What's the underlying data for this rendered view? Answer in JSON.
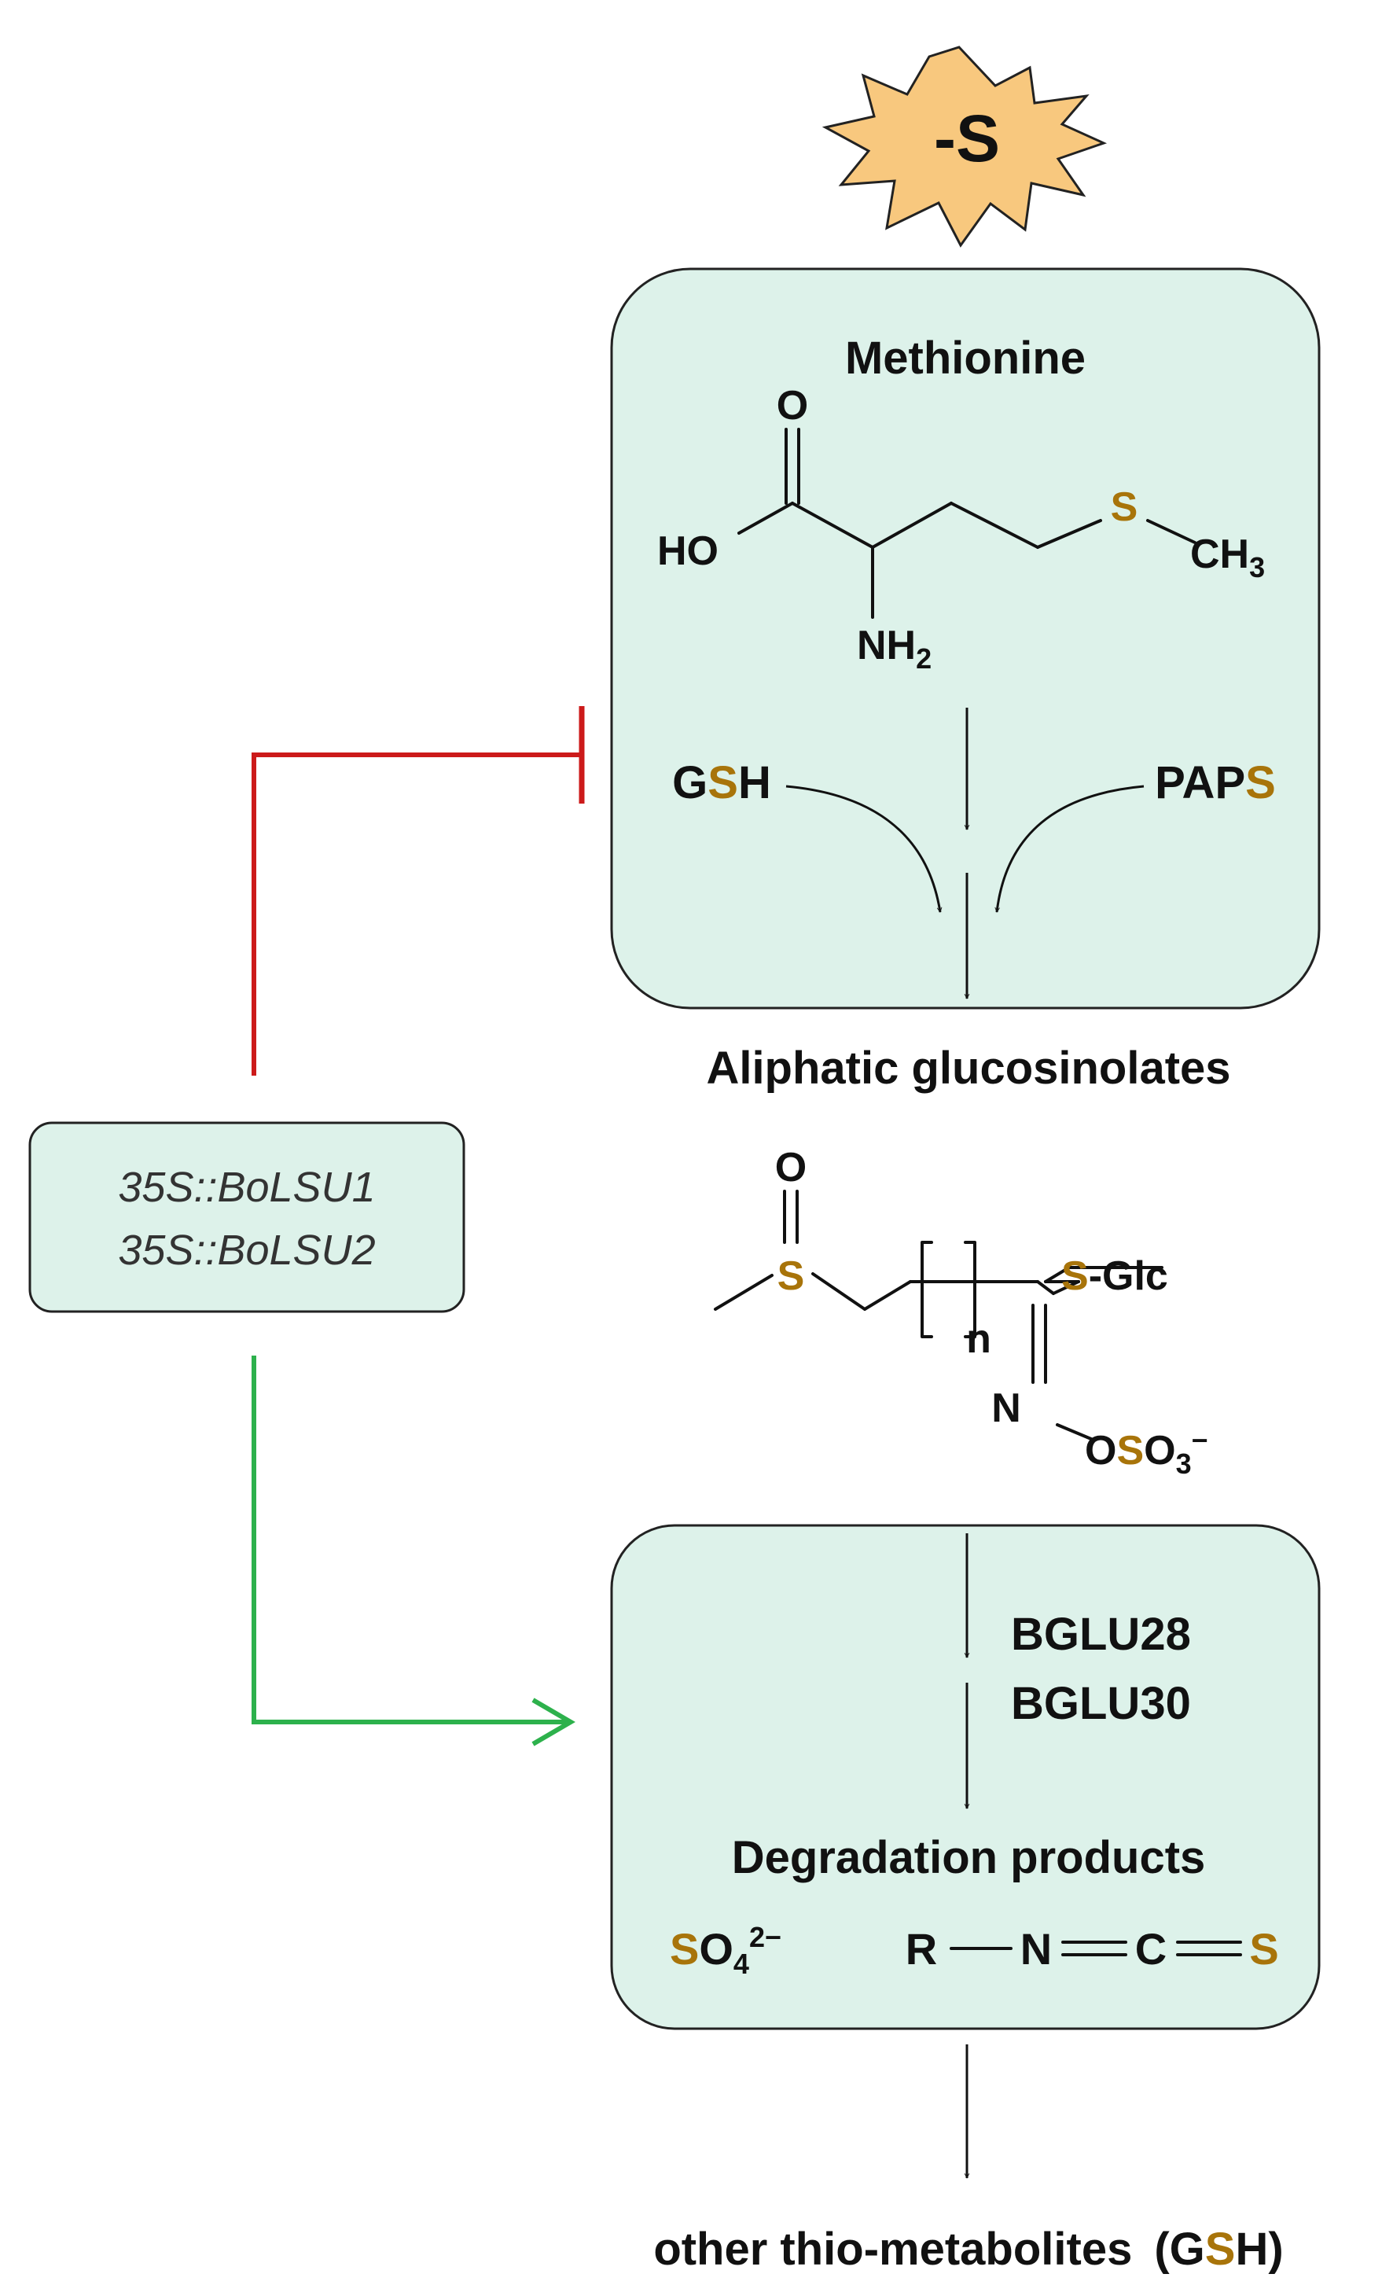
{
  "stress": {
    "label": "-S"
  },
  "methionine": {
    "title": "Methionine",
    "atoms": {
      "oxygen": "O",
      "hydroxyl": "HO",
      "sulfur": "S",
      "methyl_base": "CH",
      "methyl_sub": "3",
      "amine_base": "NH",
      "amine_sub": "2"
    },
    "gsh": {
      "g": "G",
      "s": "S",
      "h": "H"
    },
    "paps": {
      "pap": "PAP",
      "s": "S"
    }
  },
  "glucosinolates": {
    "title": "Aliphatic glucosinolates",
    "atoms": {
      "oxygen": "O",
      "sulfur": "S",
      "repeat": "n",
      "s_glc_s": "S",
      "s_glc_rest": "-Glc",
      "nitrogen": "N",
      "oso3_o": "O",
      "oso3_s": "S",
      "oso3_o3": "O",
      "oso3_sub": "3",
      "oso3_charge": "−"
    }
  },
  "transgenes": {
    "line1": "35S::BoLSU1",
    "line2": "35S::BoLSU2"
  },
  "degradation": {
    "enzyme1": "BGLU28",
    "enzyme2": "BGLU30",
    "title": "Degradation products",
    "sulfate": {
      "s": "S",
      "o": "O",
      "sub": "4",
      "charge": "2−"
    },
    "isothiocyanate": {
      "r": "R",
      "n": "N",
      "c": "C",
      "s": "S"
    }
  },
  "final": {
    "label": "other thio-metabolites",
    "paren_open": "(G",
    "s": "S",
    "paren_close": "H)"
  },
  "colors": {
    "box_fill": "#DDF2EA",
    "star_fill": "#F8C87E",
    "sulfur": "#A8740A",
    "inhibition": "#CC1A1A",
    "activation": "#2DB14C"
  }
}
